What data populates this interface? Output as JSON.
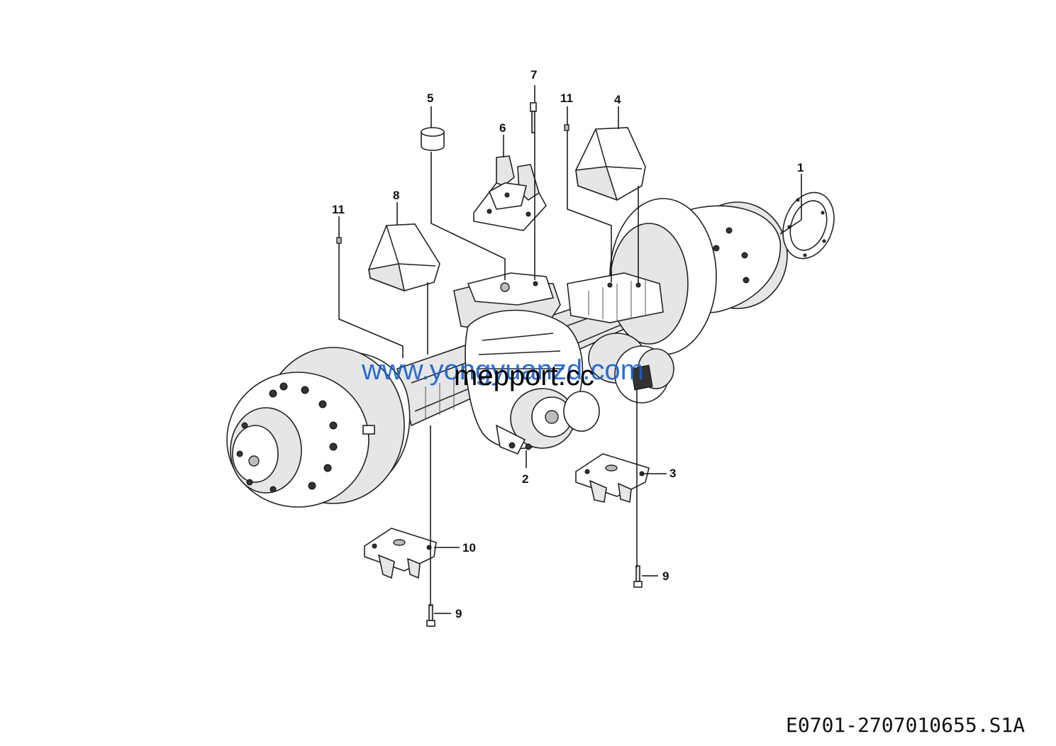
{
  "diagram": {
    "callouts": [
      {
        "id": "c1",
        "label": "1"
      },
      {
        "id": "c2",
        "label": "2"
      },
      {
        "id": "c3",
        "label": "3"
      },
      {
        "id": "c4",
        "label": "4"
      },
      {
        "id": "c5",
        "label": "5"
      },
      {
        "id": "c6",
        "label": "6"
      },
      {
        "id": "c7",
        "label": "7"
      },
      {
        "id": "c8",
        "label": "8"
      },
      {
        "id": "c9a",
        "label": "9"
      },
      {
        "id": "c9b",
        "label": "9"
      },
      {
        "id": "c10",
        "label": "10"
      },
      {
        "id": "c11a",
        "label": "11"
      },
      {
        "id": "c11b",
        "label": "11"
      }
    ],
    "drawing_code": "E0701-2707010655.S1A"
  },
  "watermarks": {
    "url": "www.yongyuanzd.com",
    "site": "mepport.cc"
  }
}
